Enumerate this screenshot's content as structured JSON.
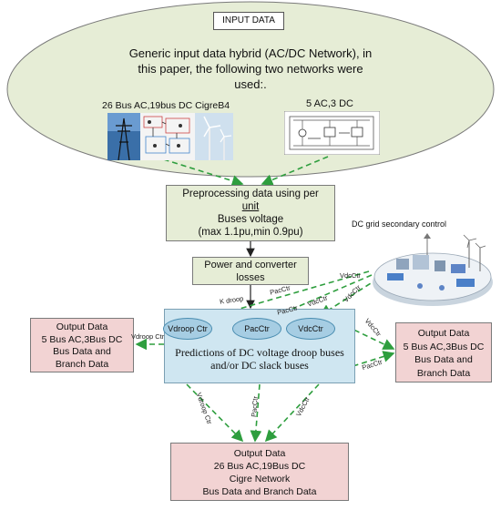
{
  "input": {
    "tag": "INPUT DATA",
    "desc_line1": "Generic input data hybrid (AC/DC Network),   in",
    "desc_line2": "this paper, the following two networks were",
    "desc_line3": "used:.",
    "net1_label": "26 Bus AC,19bus DC CigreB4",
    "net2_label": "5 AC,3 DC"
  },
  "preprocess": {
    "line1": "Preprocessing data using per",
    "line2": "unit",
    "line3": "Buses voltage",
    "line4": "(max 1.1pu,min 0.9pu)"
  },
  "losses": {
    "line1": "Power and converter",
    "line2": "losses"
  },
  "secondary_control": {
    "title": "DC grid secondary control"
  },
  "prediction": {
    "nodes": [
      "Vdroop Ctr",
      "PacCtr",
      "VdcCtr"
    ],
    "line1": "Predictions of DC voltage droop buses",
    "line2": "and/or DC slack buses"
  },
  "output_left": {
    "lines": [
      "Output Data",
      "5 Bus AC,3Bus DC",
      "Bus Data and",
      "Branch Data"
    ]
  },
  "output_right": {
    "lines": [
      "Output Data",
      "5 Bus AC,3Bus DC",
      "Bus Data and",
      "Branch Data"
    ]
  },
  "output_bottom": {
    "lines": [
      "Output Data",
      "26 Bus AC,19Bus DC",
      "Cigre Network",
      "Bus Data and Branch Data"
    ]
  },
  "edge_labels": {
    "k_droop": "K droop",
    "pac_top1": "PacCtr",
    "vdc_top1": "VdcCtr",
    "pac_top2": "PacCtr",
    "vdc_top2": "VdcCtr",
    "vdc_top3": "VdcCtr",
    "vdroop_left": "Vdroop Ctr",
    "vdc_right": "VdcCtr",
    "pac_right": "PacCtr",
    "vdroop_down": "Vdroop Ctr",
    "pac_down": "PacCtr",
    "vdc_down": "VdcCtr"
  }
}
